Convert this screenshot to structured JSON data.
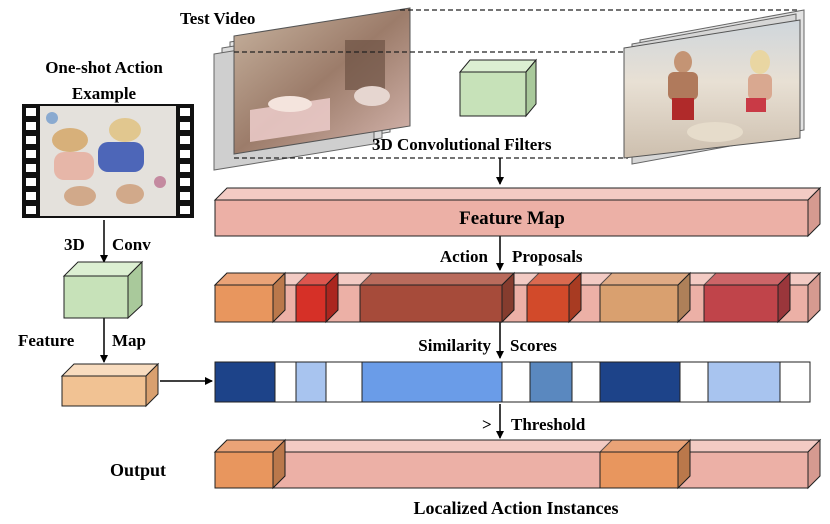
{
  "labels": {
    "test_video": "Test Video",
    "one_shot_line1": "One-shot Action",
    "one_shot_line2": "Example",
    "conv_filters": "3D Convolutional Filters",
    "feature_map_main": "Feature Map",
    "action_proposals_a": "Action",
    "action_proposals_b": "Proposals",
    "conv3d_a": "3D",
    "conv3d_b": "Conv",
    "feature_map_left_a": "Feature",
    "feature_map_left_b": "Map",
    "similarity_a": "Similarity",
    "similarity_b": "Scores",
    "threshold_gt": ">",
    "threshold": "Threshold",
    "output": "Output",
    "localized": "Localized Action Instances"
  },
  "colors": {
    "feature_map": "#ecb0a6",
    "feature_map_top": "#f3cbc4",
    "conv_filter": "#c7e2b9",
    "query_feature": "#f1c293",
    "proposals": [
      "#e8965e",
      "#d63027",
      "#a64b3a",
      "#d24a2a",
      "#d9a06f",
      "#c0444a"
    ],
    "scores": [
      "#1d4389",
      "#a8c4ef",
      "#6a9ce8",
      "#5a88bf",
      "#1d4389",
      "#a8c4ef"
    ],
    "output_instance": "#e8965e"
  }
}
